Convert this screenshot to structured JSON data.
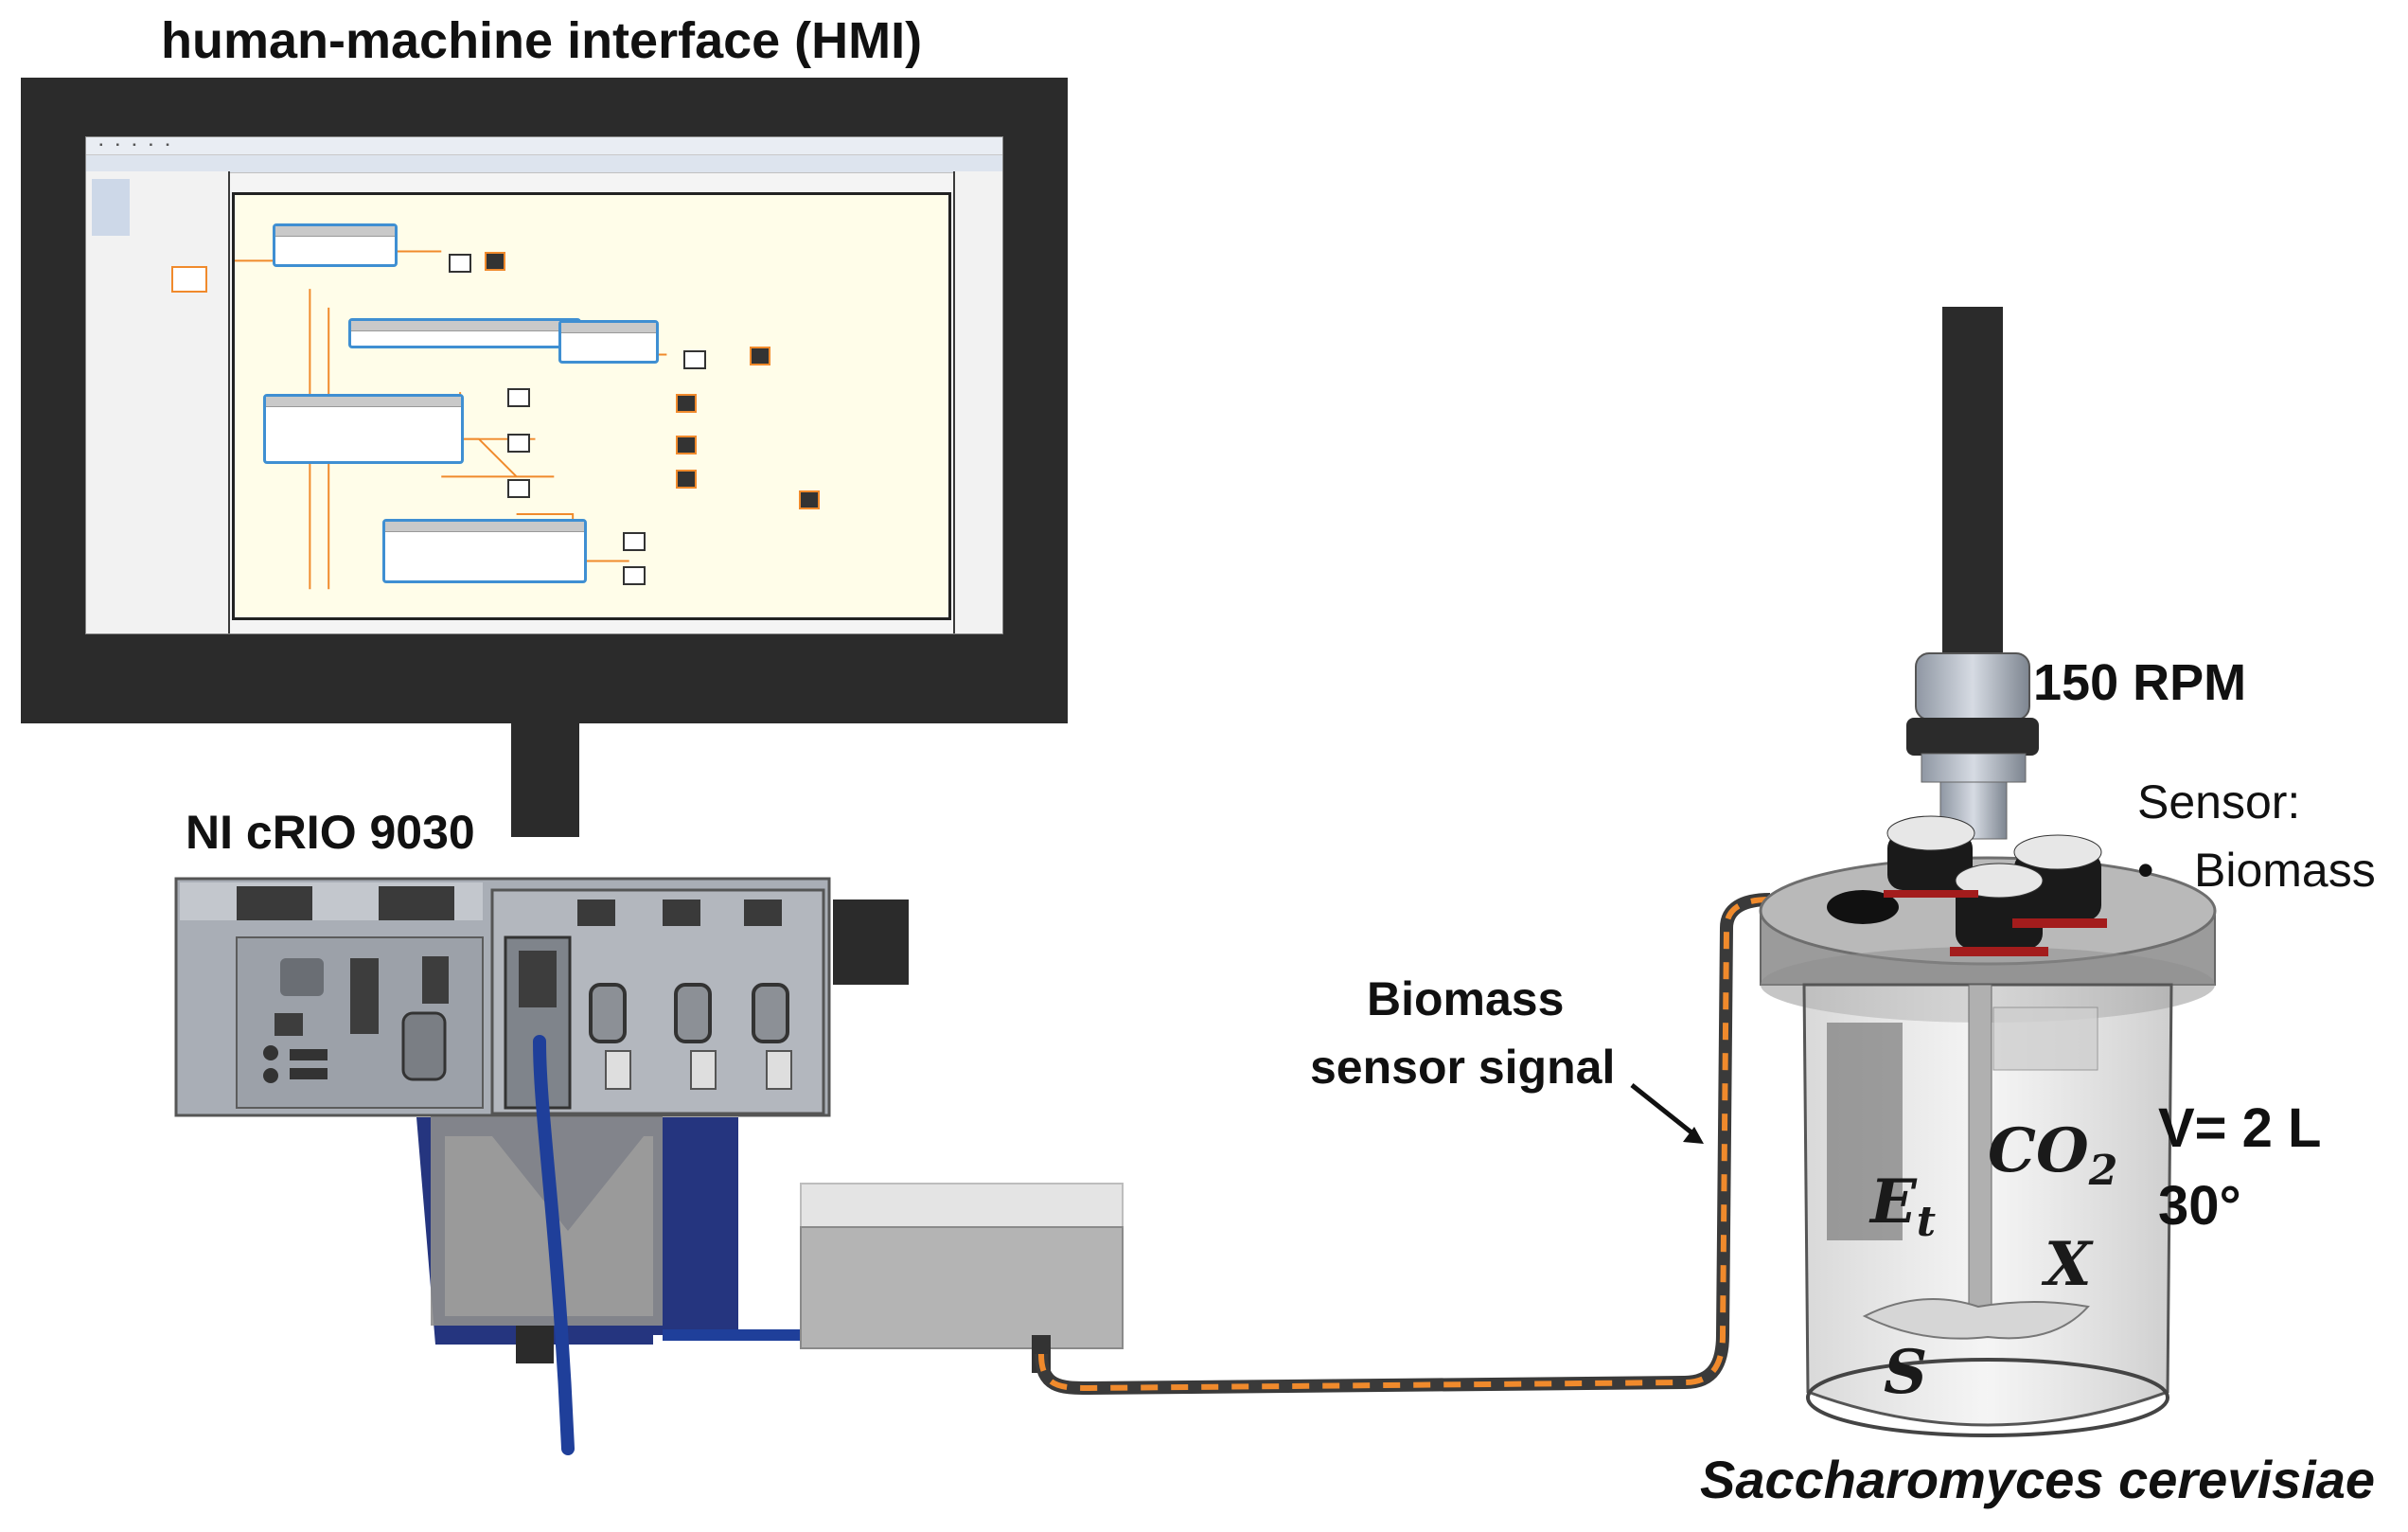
{
  "labels": {
    "hmi_title": "human-machine interface (HMI)",
    "crio_title": "NI cRIO 9030",
    "rpm": "150 RPM",
    "sensor_heading": "Sensor:",
    "sensor_item": "Biomass",
    "signal_line1": "Biomass",
    "signal_line2": "sensor signal",
    "volume": "V= 2 L",
    "temperature": "30°",
    "organism": "Saccharomyces cerevisiae"
  },
  "variables": {
    "co2_base": "CO",
    "co2_sub": "2",
    "et_base": "E",
    "et_sub": "t",
    "x": "X",
    "s": "S"
  },
  "colors": {
    "monitor_bezel": "#2b2b2b",
    "cable_orange": "#f08a2c",
    "cable_dark": "#3a3a3a",
    "usb_cable": "#1f3f9a",
    "diagram_bg": "#fffde9",
    "wire_orange": "#f08a2c",
    "node_border": "#3f8fd2"
  }
}
